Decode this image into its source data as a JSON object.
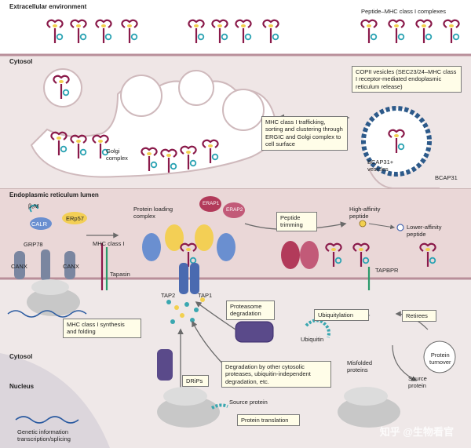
{
  "sections": {
    "extracellular": "Extracellular environment",
    "cytosol_top": "Cytosol",
    "er_lumen": "Endoplasmic reticulum lumen",
    "cytosol_bottom": "Cytosol",
    "nucleus": "Nucleus"
  },
  "labels": {
    "peptide_mhc": "Peptide–MHC class I complexes",
    "golgi": "Golgi\ncomplex",
    "bcap31_vesicles": "BCAP31+\nvesicles",
    "bcap31": "BCAP31",
    "b2m": "β₂M",
    "calr": "CALR",
    "erp57": "ERp57",
    "mhc_class_i": "MHC class I",
    "grp78": "GRP78",
    "canx": "CANX",
    "tapasin": "Tapasin",
    "plc": "Protein loading\ncomplex",
    "erap1": "ERAP1",
    "erap2": "ERAP2",
    "high_affinity": "High-affinity\npeptide",
    "lower_affinity": "Lower-affinity\npeptide",
    "tapbpr": "TAPBPR",
    "tap2": "TAP2",
    "tap1": "TAP1",
    "ubiquitin": "Ubiquitin",
    "misfolded": "Misfolded\nproteins",
    "protein_turnover": "Protein\nturnover",
    "source_protein_right": "Source\nprotein",
    "source_protein_mid": "Source protein",
    "genetic_info": "Genetic information\ntranscription/splicing",
    "watermark": "知乎 @生物看官"
  },
  "boxes": {
    "copii": "COPII vesicles (SEC23/24–MHC class I receptor-mediated endoplasmic reticulum release)",
    "trafficking": "MHC class I trafficking, sorting and clustering through ERGIC and Golgi complex to cell surface",
    "peptide_trimming": "Peptide\ntrimming",
    "mhc_synthesis": "MHC class I synthesis\nand folding",
    "proteasome": "Proteasome\ndegradation",
    "ubiquitylation": "Ubiquitylation",
    "retirees": "Retirees",
    "degradation_other": "Degradation by other cytosolic proteases, ubiquitin-independent degradation, etc.",
    "drips": "DRiPs",
    "protein_translation": "Protein translation"
  },
  "colors": {
    "mhc_heavy": "#8a1a4a",
    "b2m_teal": "#2ba3b3",
    "peptide_yellow": "#f2d04f",
    "calr_blue": "#6a8fd0",
    "erp57_yellow": "#f3cf55",
    "erap_red": "#b23a5a",
    "tap_blue": "#4a6ab0",
    "proteasome_purple": "#5a4a8a",
    "canx_gray": "#7a86a0",
    "bead_teal": "#3aa7b0",
    "box_fill": "#fffde8"
  }
}
